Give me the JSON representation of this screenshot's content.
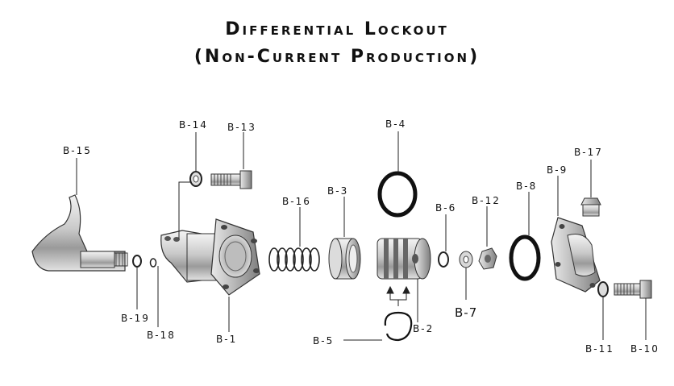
{
  "title": {
    "line1": "Differential Lockout",
    "line2": "(Non-Current Production)"
  },
  "labels": {
    "b1": "B-1",
    "b2": "B-2",
    "b3": "B-3",
    "b4": "B-4",
    "b5": "B-5",
    "b6": "B-6",
    "b7": "B-7",
    "b8": "B-8",
    "b9": "B-9",
    "b10": "B-10",
    "b11": "B-11",
    "b12": "B-12",
    "b13": "B-13",
    "b14": "B-14",
    "b15": "B-15",
    "b16": "B-16",
    "b17": "B-17",
    "b18": "B-18",
    "b19": "B-19"
  }
}
